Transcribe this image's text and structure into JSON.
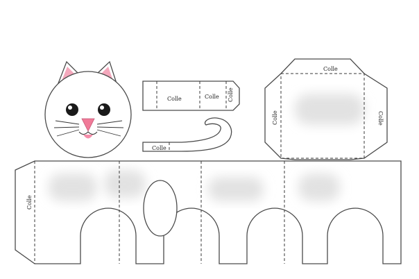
{
  "template": {
    "glue_label": "Colle"
  },
  "colors": {
    "outline": "#4a4a4a",
    "ear_inner": "#f4a8bc",
    "nose": "#f07a98",
    "tongue": "#f58eaa",
    "eye": "#1a1a1a",
    "fur_patch": "#e2e2e2"
  },
  "parts": [
    "head",
    "tail",
    "body-box",
    "legs-strip"
  ]
}
